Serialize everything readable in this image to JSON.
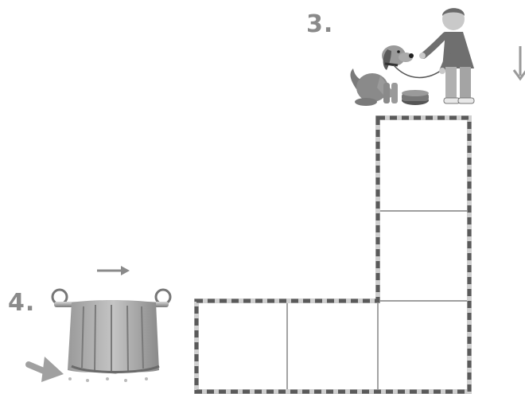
{
  "labels": {
    "step3": "3.",
    "step4": "4."
  },
  "icons": {
    "step3_direction": "arrow-down-icon",
    "step4_direction": "arrow-right-icon",
    "step4_start": "arrow-up-right-icon",
    "step3_picture": "boy-walking-dog-illustration",
    "step4_picture": "towel-on-rail-illustration"
  },
  "colors": {
    "border_dash": "#5a5a5a",
    "border_light": "#cfcfcf",
    "arrow": "#9a9a9a",
    "number": "#8a8a8a"
  },
  "grid": {
    "cells": [
      {
        "row": 0,
        "col": 2
      },
      {
        "row": 1,
        "col": 2
      },
      {
        "row": 2,
        "col": 0
      },
      {
        "row": 2,
        "col": 1
      },
      {
        "row": 2,
        "col": 2
      }
    ]
  }
}
